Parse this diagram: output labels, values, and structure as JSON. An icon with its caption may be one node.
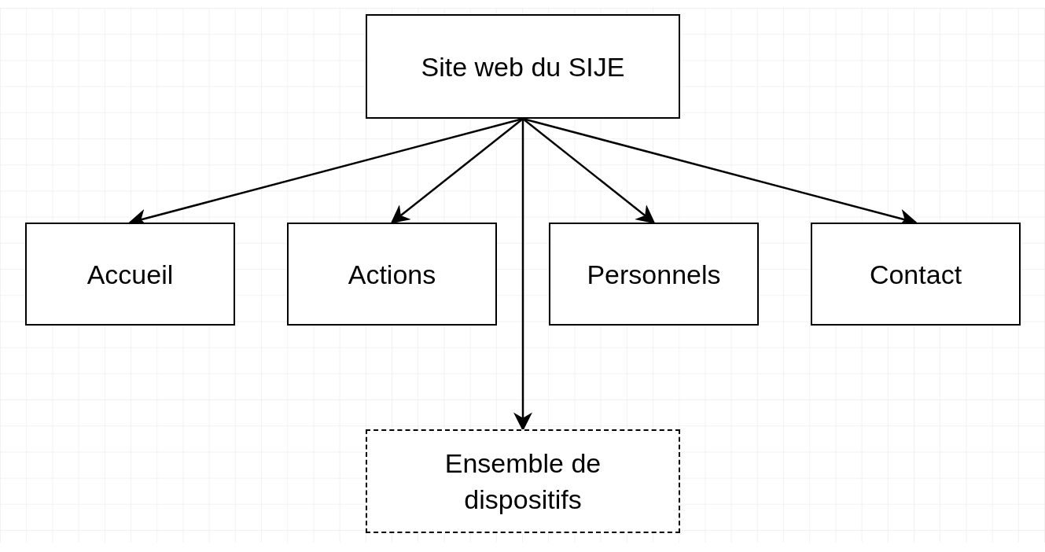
{
  "diagram": {
    "nodes": [
      {
        "text": [
          "Site web du SIJE"
        ]
      },
      {
        "text": [
          "Accueil"
        ]
      },
      {
        "text": [
          "Actions"
        ]
      },
      {
        "text": [
          "Personnels"
        ]
      },
      {
        "text": [
          "Contact"
        ]
      },
      {
        "text": [
          "Ensemble de dispositifs"
        ]
      }
    ],
    "edges": [
      {
        "from": 0,
        "to": 1,
        "arrow": "to"
      },
      {
        "from": 0,
        "to": 2,
        "arrow": "to"
      },
      {
        "from": 0,
        "to": 5,
        "arrow": "to"
      },
      {
        "from": 0,
        "to": 3,
        "arrow": "to"
      },
      {
        "from": 0,
        "to": 4,
        "arrow": "to"
      }
    ]
  }
}
